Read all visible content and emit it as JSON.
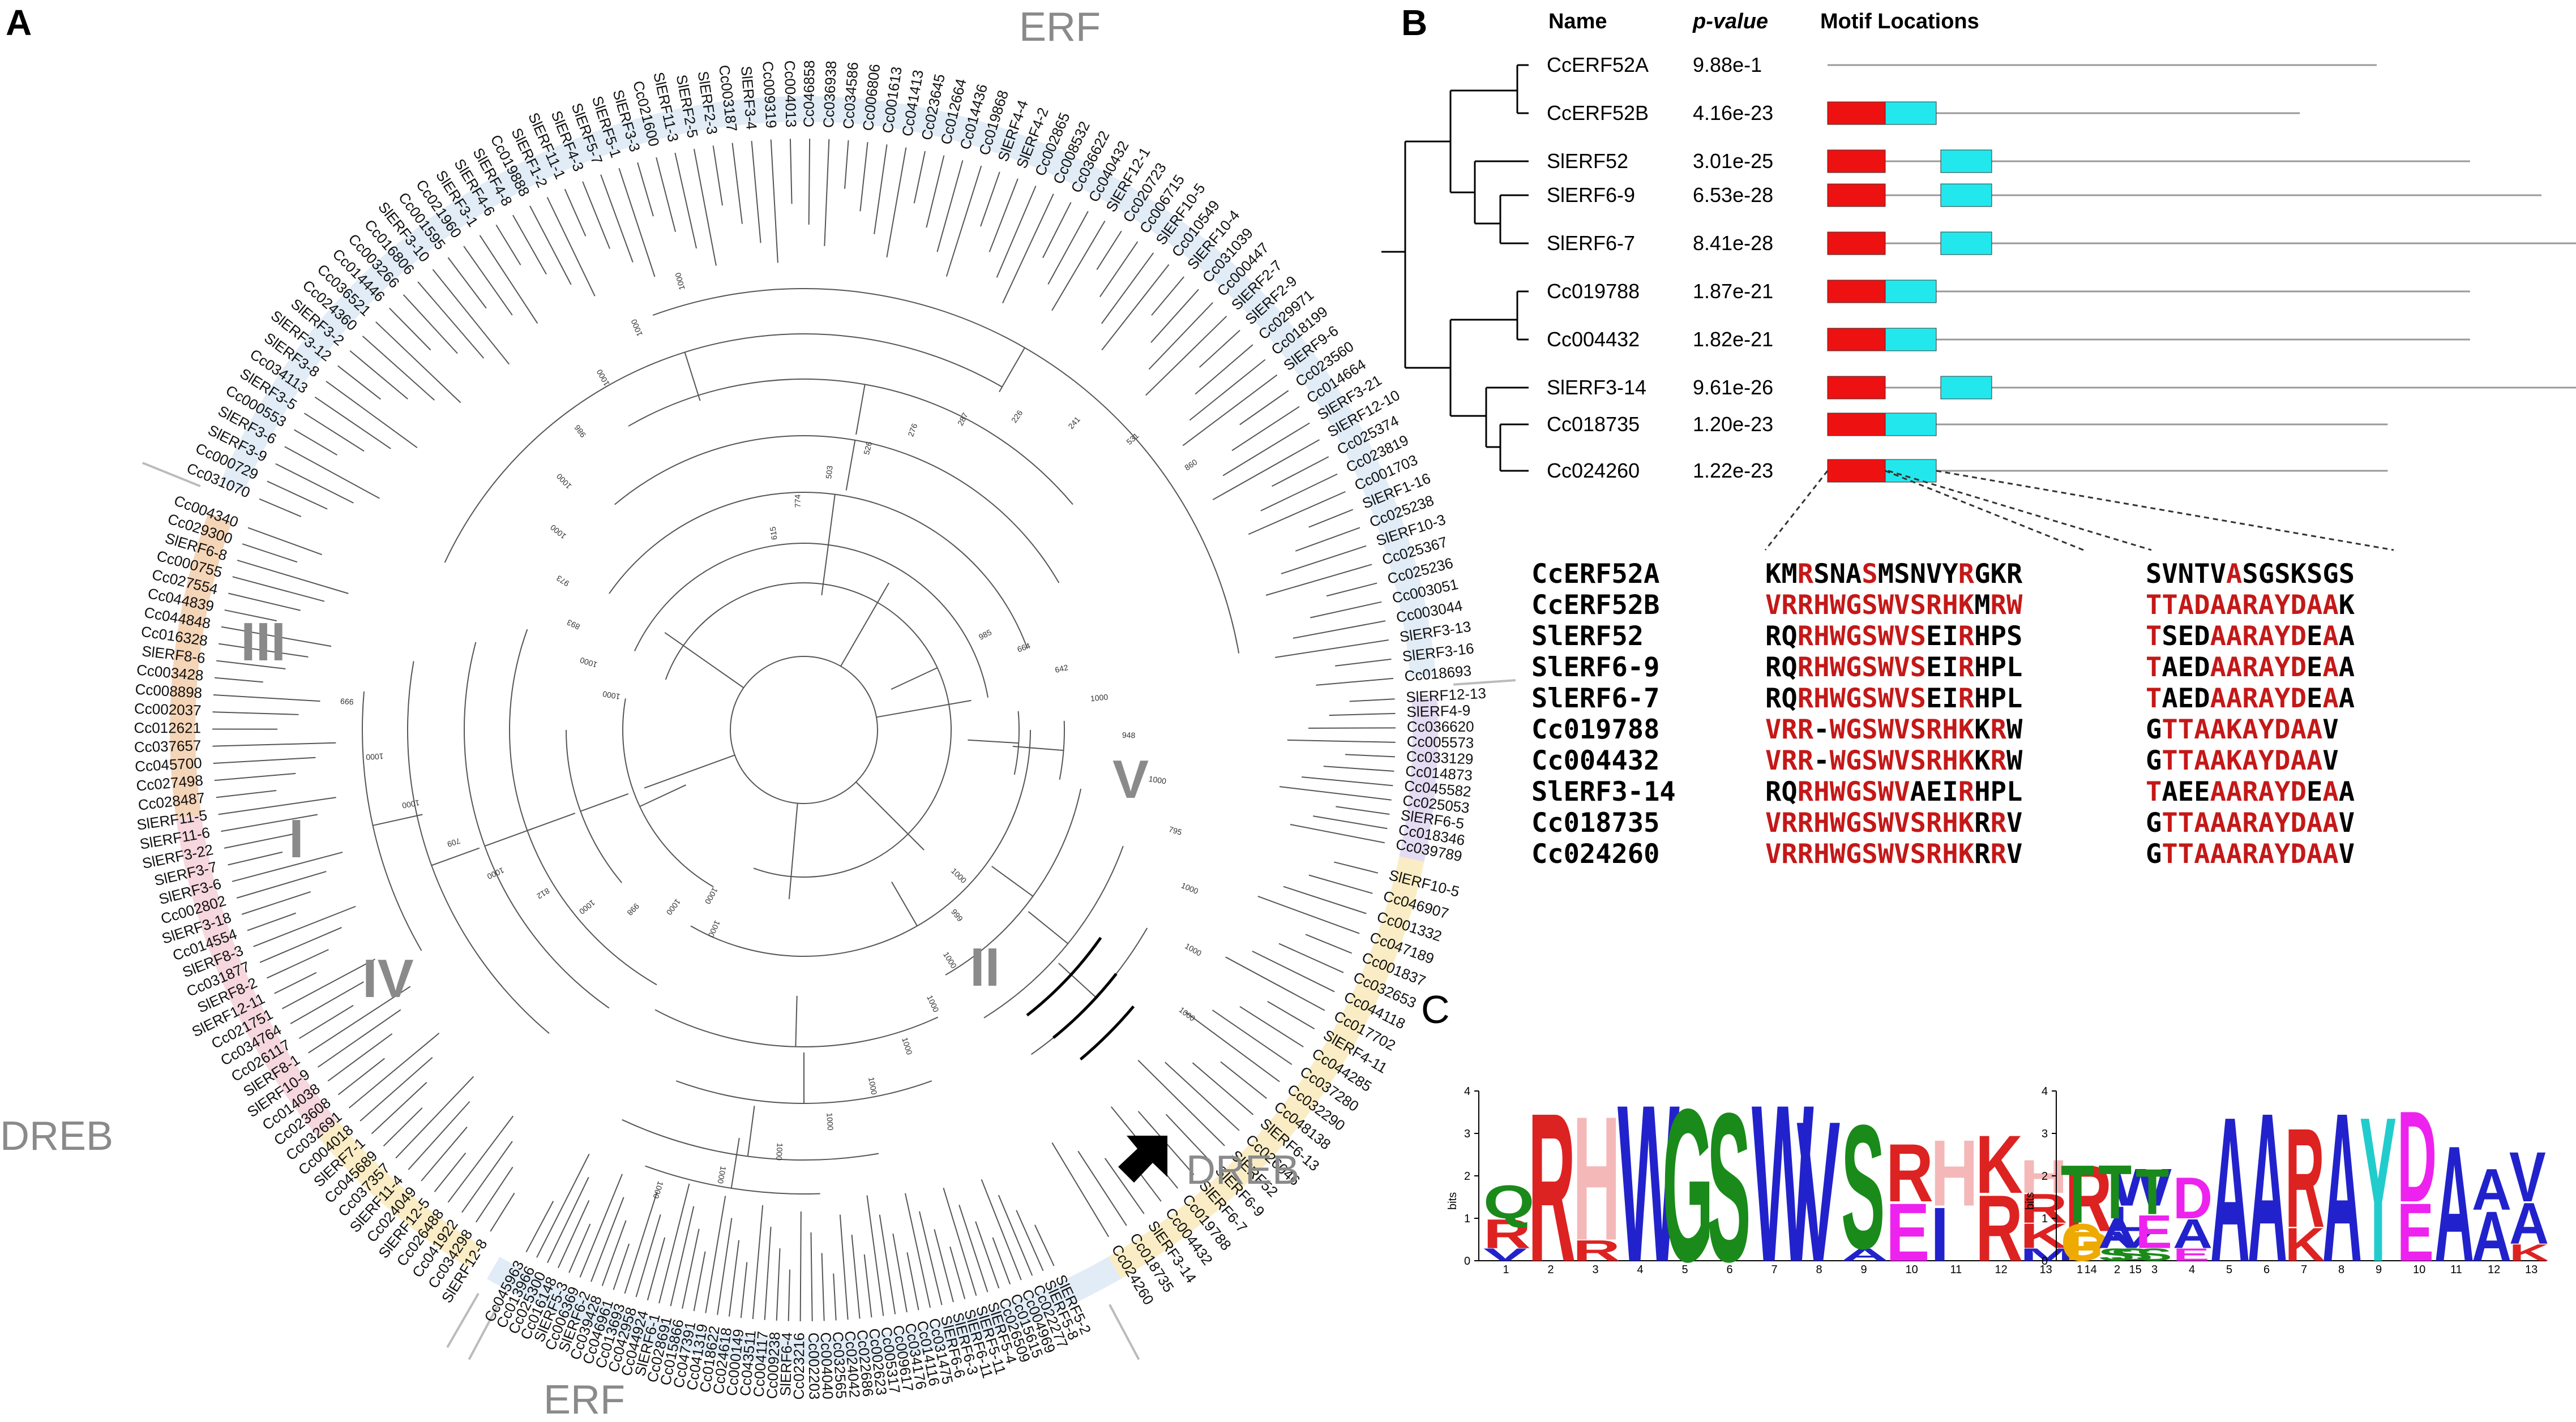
{
  "panels": {
    "a": "A",
    "b": "B",
    "c": "C"
  },
  "tree": {
    "group_labels": [
      "ERF",
      "DREB",
      "DREB",
      "ERF"
    ],
    "clade_labels": [
      "I",
      "II",
      "III",
      "IV",
      "V"
    ],
    "bootstrap_examples": [
      "1000",
      "1000",
      "998",
      "1000",
      "812",
      "1000",
      "709",
      "1000",
      "1000",
      "999",
      "1000",
      "1000",
      "893",
      "973",
      "1000",
      "1000",
      "986",
      "1000",
      "1000",
      "1000",
      "615",
      "774",
      "503",
      "526",
      "276",
      "287",
      "226",
      "241",
      "531",
      "860",
      "985",
      "664",
      "642",
      "1000",
      "948",
      "1000",
      "795",
      "1000",
      "1000",
      "1000",
      "1000",
      "999",
      "1000",
      "1000",
      "1000",
      "1000",
      "1000",
      "1000",
      "1000",
      "1000",
      "1000"
    ],
    "leaves_top": [
      "Cc031070",
      "Cc000729",
      "SlERF3-9",
      "SlERF3-6",
      "Cc000553",
      "SlERF3-5",
      "Cc034113",
      "SlERF3-8",
      "SlERF3-12",
      "SlERF3-2",
      "Cc024360",
      "Cc036521",
      "Cc014446",
      "Cc003266",
      "Cc016806",
      "SlERF3-10",
      "Cc001595",
      "Cc021960",
      "SlERF3-1",
      "SlERF4-6",
      "SlERF4-8",
      "Cc019888",
      "SlERF1-2",
      "SlERF11-1",
      "SlERF4-3",
      "SlERF5-7",
      "SlERF5-1",
      "SlERF3-3",
      "Cc021600",
      "SlERF11-3",
      "SlERF2-5",
      "SlERF2-3",
      "Cc003187",
      "SlERF3-4",
      "Cc009319",
      "Cc004013",
      "Cc046858",
      "Cc036938",
      "Cc034586",
      "Cc006806",
      "Cc001613",
      "Cc041413",
      "Cc023645",
      "Cc012664",
      "Cc014436",
      "Cc019868",
      "SlERF4-4",
      "SlERF4-2",
      "Cc002865",
      "Cc008532",
      "Cc036622",
      "Cc040432",
      "SlERF12-1",
      "Cc020723",
      "Cc006715",
      "SlERF10-5",
      "Cc010549",
      "SlERF10-4",
      "Cc031039",
      "Cc000447",
      "SlERF2-7",
      "SlERF2-9",
      "Cc029971",
      "Cc018199",
      "SlERF9-6",
      "Cc023560",
      "Cc014664",
      "SlERF3-21",
      "SlERF12-10",
      "Cc025374",
      "Cc023819",
      "Cc001703",
      "SlERF1-16",
      "Cc025238",
      "SlERF10-3",
      "Cc025367",
      "Cc025236",
      "Cc003051",
      "Cc003044",
      "SlERF3-13",
      "SlERF3-16",
      "Cc018693"
    ],
    "leaves_v": [
      "SlERF12-13",
      "SlERF4-9",
      "Cc036620",
      "Cc005573",
      "Cc033129",
      "Cc014873",
      "Cc045582",
      "Cc025053",
      "SlERF6-5",
      "Cc018346",
      "Cc039789"
    ],
    "leaves_ii": [
      "SlERF10-5",
      "Cc046907",
      "Cc001332",
      "Cc047189",
      "Cc001837",
      "Cc032653",
      "Cc044118",
      "Cc017702",
      "SlERF4-11",
      "Cc044285",
      "Cc037280",
      "Cc032290",
      "Cc048138",
      "SlERF6-13",
      "Cc026046",
      "SlERF52",
      "SlERF6-9",
      "SlERF6-7",
      "Cc019788",
      "Cc004432",
      "SlERF3-14",
      "Cc018735",
      "Cc024260"
    ],
    "leaves_bottom": [
      "SlERF5-2",
      "SlERF5-8",
      "Cc022277",
      "Cc004969",
      "Cc015615",
      "Cc026509",
      "SlERF5-4",
      "SlERF5-11",
      "SlERF6-11",
      "SlERF6-3",
      "SlERF6-6",
      "Cc031475",
      "Cc014116",
      "Cc034176",
      "Cc009617",
      "Cc005317",
      "Cc002623",
      "Cc022686",
      "Cc024042",
      "Cc032565",
      "Cc004040",
      "Cc002203",
      "Cc023216",
      "SlERF6-4",
      "Cc009238",
      "Cc004117",
      "Cc043511",
      "Cc000149",
      "Cc024618",
      "Cc018622",
      "Cc041319",
      "Cc047391",
      "Cc015866",
      "Cc028691",
      "SlERF6-1",
      "Cc044924",
      "Cc042958",
      "Cc013693",
      "Cc046961",
      "Cc039428",
      "SlERF6-2",
      "Cc006369",
      "SlERF5-3",
      "Cc016148",
      "Cc025300",
      "Cc013966",
      "Cc045963"
    ],
    "leaves_left": [
      "SlERF12-8",
      "Cc034298",
      "Cc041922",
      "Cc026488",
      "SlERF12-5",
      "Cc024049",
      "SlERF11-4",
      "Cc037357",
      "Cc045689",
      "SlERF7-1",
      "Cc004018",
      "Cc032691",
      "Cc023608",
      "Cc014038",
      "SlERF10-9",
      "SlERF8-1",
      "Cc026117",
      "Cc034764",
      "Cc021751",
      "SlERF12-11",
      "SlERF8-2",
      "Cc031877",
      "SlERF8-3",
      "Cc014554",
      "SlERF3-18",
      "Cc002802",
      "SlERF3-6",
      "SlERF3-7",
      "SlERF3-22",
      "SlERF11-6",
      "SlERF11-5",
      "Cc028487",
      "Cc027498",
      "Cc045700",
      "Cc037657",
      "Cc012621",
      "Cc002037",
      "Cc008898",
      "Cc003428",
      "SlERF8-6",
      "Cc016328",
      "Cc044848",
      "Cc044839",
      "Cc027554",
      "Cc000755",
      "SlERF6-8",
      "Cc029300",
      "Cc004340"
    ]
  },
  "motif_table": {
    "headers": {
      "name": "Name",
      "pvalue": "p-value",
      "locations": "Motif Locations"
    },
    "rows": [
      {
        "name": "CcERF52A",
        "p": "9.88e-1",
        "len": 1.0,
        "m1": null,
        "m2": null
      },
      {
        "name": "CcERF52B",
        "p": "4.16e-23",
        "len": 0.86,
        "m1": 0.07,
        "m2": 0.16
      },
      {
        "name": "SlERF52",
        "p": "3.01e-25",
        "len": 1.17,
        "m1": 0.09,
        "m2": 0.27
      },
      {
        "name": "SlERF6-9",
        "p": "6.53e-28",
        "len": 1.3,
        "m1": 0.09,
        "m2": 0.27
      },
      {
        "name": "SlERF6-7",
        "p": "8.41e-28",
        "len": 1.51,
        "m1": 0.09,
        "m2": 0.27
      },
      {
        "name": "Cc019788",
        "p": "1.87e-21",
        "len": 1.17,
        "m1": 0.05,
        "m2": 0.14
      },
      {
        "name": "Cc004432",
        "p": "1.82e-21",
        "len": 1.17,
        "m1": 0.05,
        "m2": 0.14
      },
      {
        "name": "SlERF3-14",
        "p": "9.61e-26",
        "len": 1.53,
        "m1": 0.08,
        "m2": 0.26
      },
      {
        "name": "Cc018735",
        "p": "1.20e-23",
        "len": 1.02,
        "m1": 0.07,
        "m2": 0.16
      },
      {
        "name": "Cc024260",
        "p": "1.22e-23",
        "len": 1.02,
        "m1": 0.07,
        "m2": 0.16
      }
    ],
    "colors": {
      "motif1": "#ee1111",
      "motif2": "#22e8ee",
      "line": "#999999"
    }
  },
  "alignment": {
    "rows": [
      {
        "name": "CcERF52A",
        "s1": "KMRSNASMSNVYRGKR",
        "r1": [
          2,
          6,
          12
        ],
        "s2": "SVNTVASGSKSGS",
        "r2": [
          5
        ]
      },
      {
        "name": "CcERF52B",
        "s1": "VRRHWGSWVSRHKMRW",
        "r1": [
          0,
          1,
          2,
          3,
          4,
          5,
          6,
          7,
          8,
          9,
          10,
          11,
          12,
          14,
          15
        ],
        "s2": "TTADAARAYDAAK",
        "r2": [
          0,
          1,
          2,
          3,
          4,
          5,
          6,
          7,
          8,
          9,
          10,
          11
        ]
      },
      {
        "name": "SlERF52",
        "s1": "RQRHWGSWVSEIRHPS",
        "r1": [
          2,
          3,
          4,
          5,
          6,
          7,
          8,
          9,
          12
        ],
        "s2": "TSEDAARAYDEAA",
        "r2": [
          0,
          4,
          5,
          6,
          7,
          8,
          9,
          11
        ]
      },
      {
        "name": "SlERF6-9",
        "s1": "RQRHWGSWVSEIRHPL",
        "r1": [
          2,
          3,
          4,
          5,
          6,
          7,
          8,
          9,
          12
        ],
        "s2": "TAEDAARAYDEAA",
        "r2": [
          0,
          4,
          5,
          6,
          7,
          8,
          9,
          11
        ]
      },
      {
        "name": "SlERF6-7",
        "s1": "RQRHWGSWVSEIRHPL",
        "r1": [
          2,
          3,
          4,
          5,
          6,
          7,
          8,
          9,
          12
        ],
        "s2": "TAEDAARAYDEAA",
        "r2": [
          0,
          4,
          5,
          6,
          7,
          8,
          9,
          11
        ]
      },
      {
        "name": "Cc019788",
        "s1": "VRR-WGSWVSRHKKRW",
        "r1": [
          0,
          1,
          2,
          4,
          5,
          6,
          7,
          8,
          9,
          10,
          11,
          12,
          14
        ],
        "s2": "GTTAAKAYDAAV",
        "r2": [
          1,
          2,
          3,
          4,
          5,
          6,
          7,
          8,
          9,
          10
        ]
      },
      {
        "name": "Cc004432",
        "s1": "VRR-WGSWVSRHKKRW",
        "r1": [
          0,
          1,
          2,
          4,
          5,
          6,
          7,
          8,
          9,
          10,
          11,
          12,
          14
        ],
        "s2": "GTTAAKAYDAAV",
        "r2": [
          1,
          2,
          3,
          4,
          5,
          6,
          7,
          8,
          9,
          10
        ]
      },
      {
        "name": "SlERF3-14",
        "s1": "RQRHWGSWVAEIRHPL",
        "r1": [
          2,
          3,
          4,
          5,
          6,
          7,
          8,
          12
        ],
        "s2": "TAEEAARAYDEAA",
        "r2": [
          0,
          4,
          5,
          6,
          7,
          8,
          9,
          11
        ]
      },
      {
        "name": "Cc018735",
        "s1": "VRRHWGSWVSRHKRRV",
        "r1": [
          0,
          1,
          2,
          3,
          4,
          5,
          6,
          7,
          8,
          9,
          10,
          11,
          12,
          14
        ],
        "s2": "GTTAAARAYDAAV",
        "r2": [
          1,
          2,
          3,
          4,
          5,
          6,
          7,
          8,
          9,
          10,
          11
        ]
      },
      {
        "name": "Cc024260",
        "s1": "VRRHWGSWVSRHKRRV",
        "r1": [
          0,
          1,
          2,
          3,
          4,
          5,
          6,
          7,
          8,
          9,
          10,
          11,
          12,
          14
        ],
        "s2": "GTTAAARAYDAAV",
        "r2": [
          1,
          2,
          3,
          4,
          5,
          6,
          7,
          8,
          9,
          10,
          11
        ]
      }
    ],
    "colors": {
      "conserved": "#c41818",
      "other": "#000000"
    }
  },
  "logos": {
    "ylabel": "bits",
    "yticks": [
      "0",
      "1",
      "2",
      "3",
      "4"
    ],
    "logo1": [
      [
        [
          "V",
          0.3,
          "#2222cc"
        ],
        [
          "R",
          0.7,
          "#dd2222"
        ],
        [
          "Q",
          0.8,
          "#1a8a1a"
        ]
      ],
      [
        [
          "R",
          3.6,
          "#dd2222"
        ]
      ],
      [
        [
          "R",
          0.5,
          "#dd2222"
        ],
        [
          "H",
          3.0,
          "#f4b8b8"
        ]
      ],
      [
        [
          "W",
          3.8,
          "#2222cc"
        ]
      ],
      [
        [
          "G",
          3.7,
          "#1a8a1a"
        ]
      ],
      [
        [
          "S",
          3.6,
          "#1a8a1a"
        ]
      ],
      [
        [
          "W",
          3.8,
          "#2222cc"
        ]
      ],
      [
        [
          "V",
          3.4,
          "#2222cc"
        ]
      ],
      [
        [
          "A",
          0.3,
          "#2222cc"
        ],
        [
          "S",
          3.0,
          "#1a8a1a"
        ]
      ],
      [
        [
          "E",
          1.4,
          "#ee22ee"
        ],
        [
          "R",
          1.4,
          "#dd2222"
        ]
      ],
      [
        [
          "I",
          1.3,
          "#2222cc"
        ],
        [
          "H",
          1.6,
          "#f4b8b8"
        ]
      ],
      [
        [
          "R",
          1.6,
          "#dd2222"
        ],
        [
          "K",
          1.4,
          "#dd2222"
        ]
      ],
      [
        [
          "M",
          0.3,
          "#2222cc"
        ],
        [
          "K",
          0.6,
          "#dd2222"
        ],
        [
          "R",
          0.7,
          "#dd2222"
        ],
        [
          "H",
          0.8,
          "#f4b8b8"
        ]
      ],
      [
        [
          "P",
          0.7,
          "#eeaa00"
        ],
        [
          "R",
          1.6,
          "#dd2222"
        ]
      ],
      [
        [
          "S",
          0.3,
          "#1a8a1a"
        ],
        [
          "V",
          0.4,
          "#2222cc"
        ],
        [
          "L",
          0.6,
          "#2222cc"
        ],
        [
          "W",
          0.9,
          "#2222cc"
        ]
      ]
    ],
    "logo2": [
      [
        [
          "G",
          0.9,
          "#eeaa00"
        ],
        [
          "T",
          1.4,
          "#1a8a1a"
        ]
      ],
      [
        [
          "S",
          0.3,
          "#1a8a1a"
        ],
        [
          "A",
          0.7,
          "#2222cc"
        ],
        [
          "T",
          1.3,
          "#1a8a1a"
        ]
      ],
      [
        [
          "S",
          0.3,
          "#1a8a1a"
        ],
        [
          "E",
          0.8,
          "#ee22ee"
        ],
        [
          "T",
          1.1,
          "#1a8a1a"
        ]
      ],
      [
        [
          "E",
          0.3,
          "#ee22ee"
        ],
        [
          "A",
          0.7,
          "#2222cc"
        ],
        [
          "D",
          1.0,
          "#ee22ee"
        ]
      ],
      [
        [
          "A",
          3.5,
          "#2222cc"
        ]
      ],
      [
        [
          "A",
          3.6,
          "#2222cc"
        ]
      ],
      [
        [
          "K",
          0.8,
          "#dd2222"
        ],
        [
          "R",
          2.4,
          "#dd2222"
        ]
      ],
      [
        [
          "A",
          3.6,
          "#2222cc"
        ]
      ],
      [
        [
          "Y",
          3.5,
          "#22cccc"
        ]
      ],
      [
        [
          "E",
          1.4,
          "#ee22ee"
        ],
        [
          "D",
          2.2,
          "#ee22ee"
        ]
      ],
      [
        [
          "A",
          2.8,
          "#2222cc"
        ]
      ],
      [
        [
          "A",
          1.2,
          "#2222cc"
        ],
        [
          "A",
          1.0,
          "#2222cc"
        ]
      ],
      [
        [
          "K",
          0.4,
          "#dd2222"
        ],
        [
          "A",
          1.0,
          "#2222cc"
        ],
        [
          "V",
          1.2,
          "#2222cc"
        ]
      ]
    ]
  }
}
